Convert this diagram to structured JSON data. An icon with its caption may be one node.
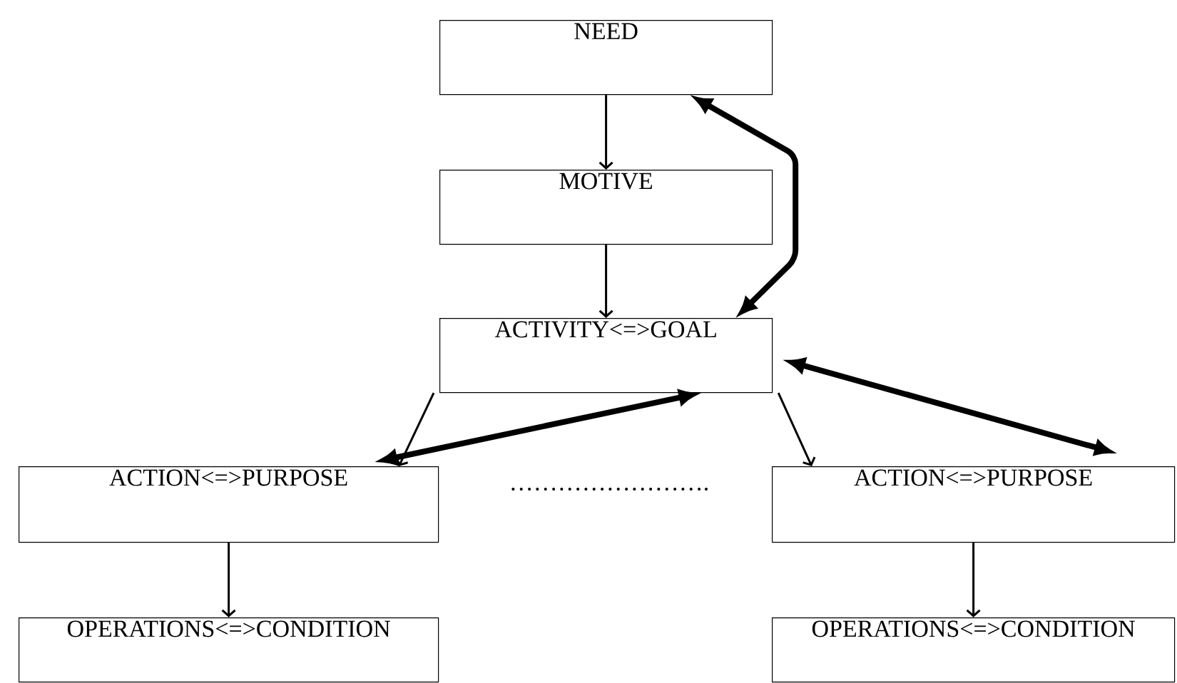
{
  "diagram": {
    "nodes": [
      {
        "text": [
          "NEED"
        ]
      },
      {
        "text": [
          "MOTIVE"
        ]
      },
      {
        "text": [
          "ACTIVITY<=>GOAL"
        ]
      },
      {
        "text": [
          "ACTION<=>PURPOSE"
        ]
      },
      {
        "text": [
          "ACTION<=>PURPOSE"
        ]
      },
      {
        "text": [
          "OPERATIONS<=>CONDITION"
        ]
      },
      {
        "text": [
          "OPERATIONS<=>CONDITION"
        ]
      }
    ],
    "edges": [
      {
        "from": 0,
        "to": 1,
        "arrow": "to"
      },
      {
        "from": 0,
        "to": 2,
        "arrow": "both",
        "style": "thick"
      },
      {
        "from": 1,
        "to": 2,
        "arrow": "to"
      },
      {
        "from": 2,
        "to": 3,
        "arrow": "to"
      },
      {
        "from": 2,
        "to": 3,
        "arrow": "both",
        "style": "thick"
      },
      {
        "from": 2,
        "to": 4,
        "arrow": "to"
      },
      {
        "from": 2,
        "to": 4,
        "arrow": "both",
        "style": "thick"
      },
      {
        "from": 3,
        "to": 5,
        "arrow": "to"
      },
      {
        "from": 4,
        "to": 6,
        "arrow": "to"
      }
    ],
    "labels": [
      "……………………."
    ]
  }
}
